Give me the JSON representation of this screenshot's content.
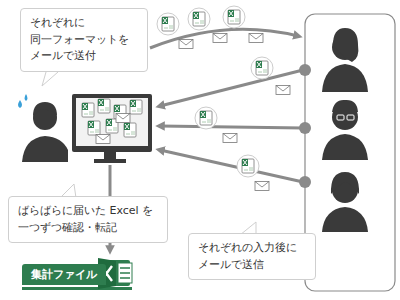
{
  "diagram": {
    "nodes": [
      {
        "text": [
          "それぞれに 同一フォーマットを メールで送付"
        ]
      },
      {
        "text": [
          "ばらばらに届いた Excel を 一つずつ確認・転記"
        ]
      },
      {
        "text": [
          "集計ファイル"
        ]
      },
      {
        "text": [
          "それぞれの入力後に メールで送信"
        ]
      }
    ]
  }
}
